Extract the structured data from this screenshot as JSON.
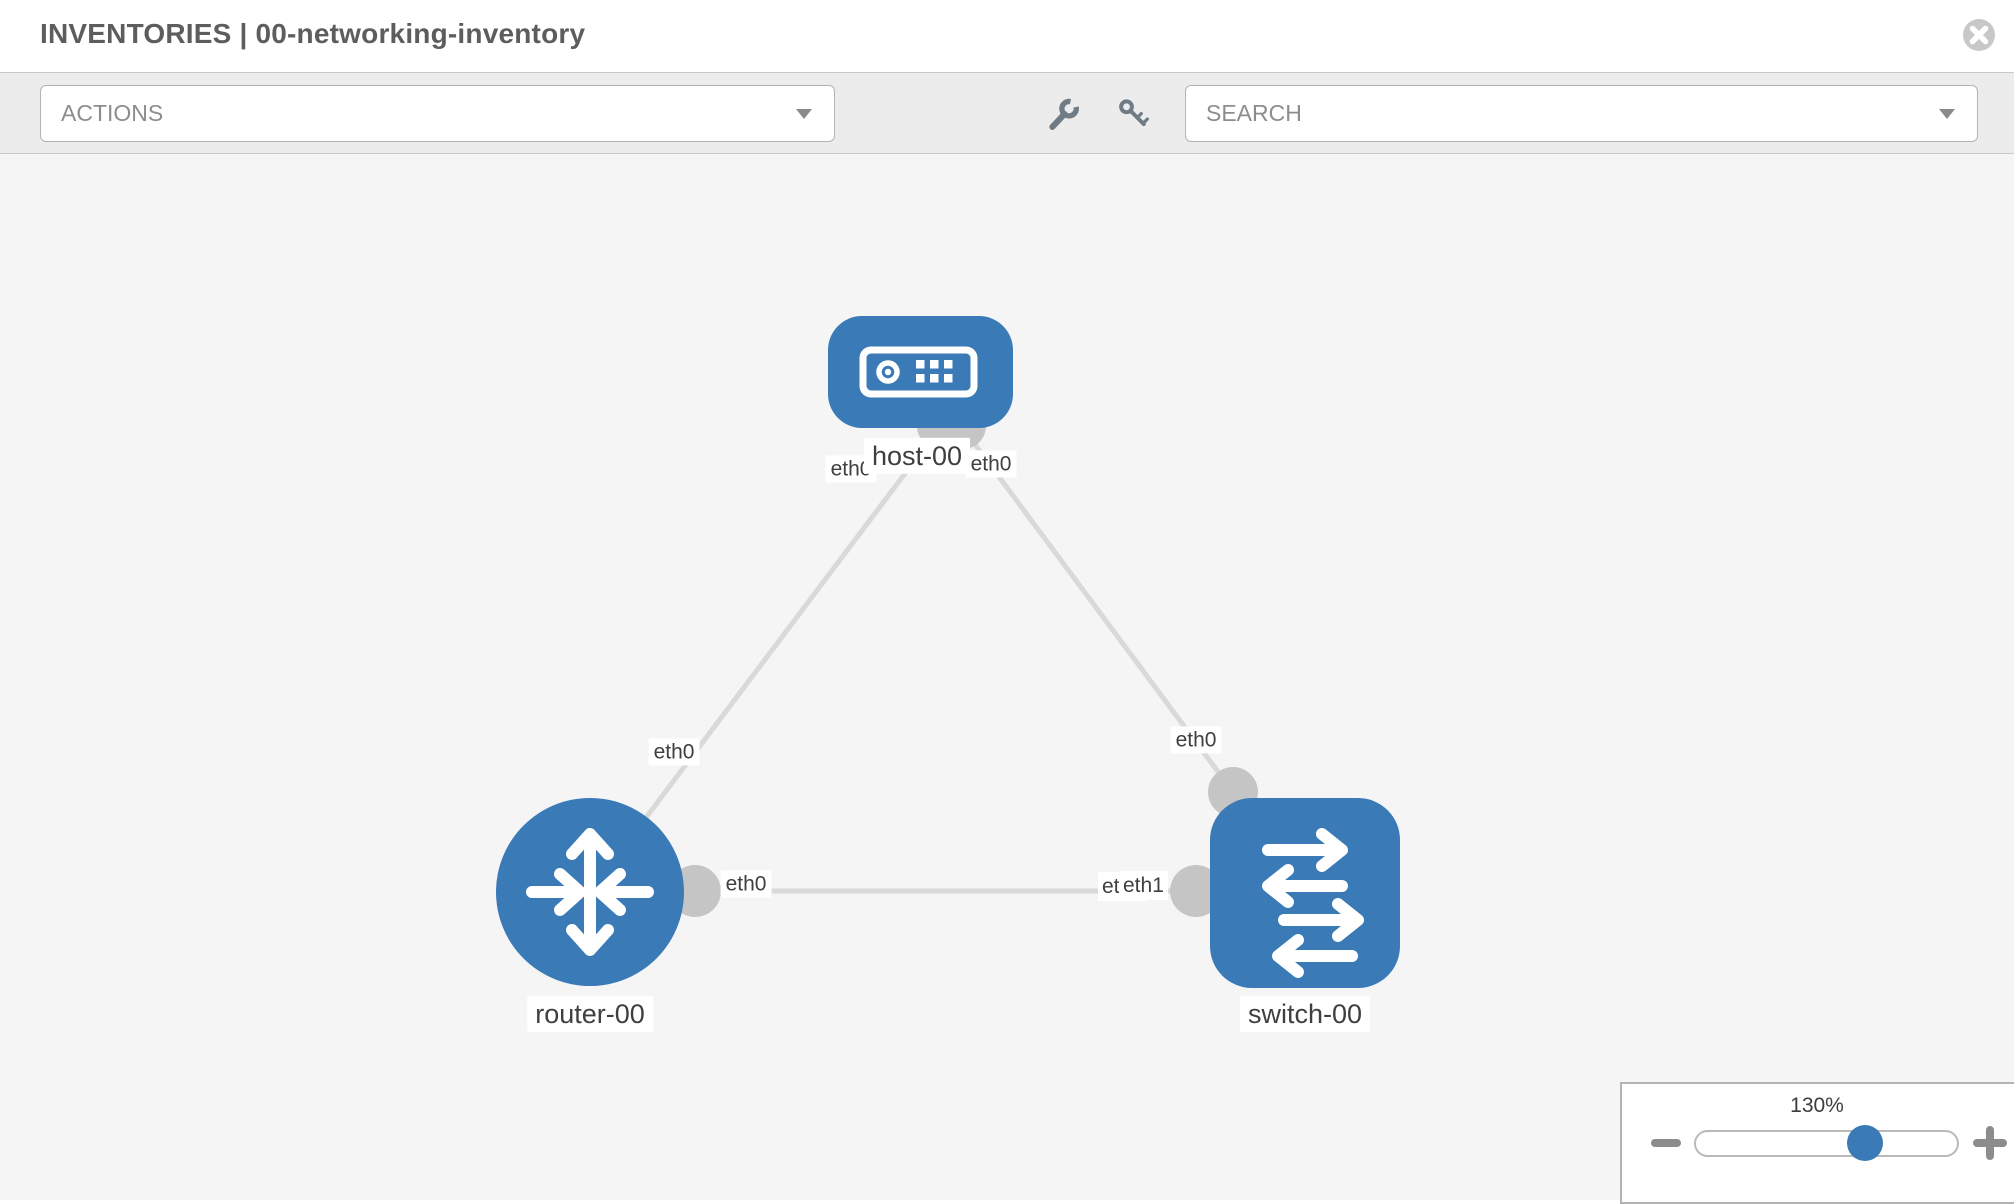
{
  "header": {
    "title": "INVENTORIES | 00-networking-inventory"
  },
  "toolbar": {
    "actions_dropdown": {
      "label": "ACTIONS"
    },
    "search_dropdown": {
      "placeholder": "SEARCH"
    }
  },
  "icons": {
    "close": "circle-x-icon",
    "tool_left": "wrench-icon",
    "tool_right": "key-icon",
    "dropdown_caret": "caret-down-icon",
    "zoom_out": "minus-icon",
    "zoom_in": "plus-icon"
  },
  "diagram": {
    "nodes": [
      {
        "label": "host-00",
        "type": "host"
      },
      {
        "label": "router-00",
        "type": "router"
      },
      {
        "label": "switch-00",
        "type": "switch"
      }
    ],
    "links": [
      {
        "source": "host-00",
        "source_interface": "eth0",
        "target": "router-00",
        "target_interface": "eth0"
      },
      {
        "source": "host-00",
        "source_interface": "eth0",
        "target": "switch-00",
        "target_interface": "eth0"
      },
      {
        "source": "router-00",
        "source_interface": "eth0",
        "target": "switch-00",
        "target_interface": "eth1"
      }
    ]
  },
  "zoom_control": {
    "level": "130%",
    "percent": 130
  },
  "colors": {
    "node_blue": "#3a7ab7",
    "link_gray": "#d9d9d9",
    "interface_gray": "#c5c5c5",
    "canvas_bg": "#f5f5f5",
    "toolbar_bg": "#ececec"
  }
}
